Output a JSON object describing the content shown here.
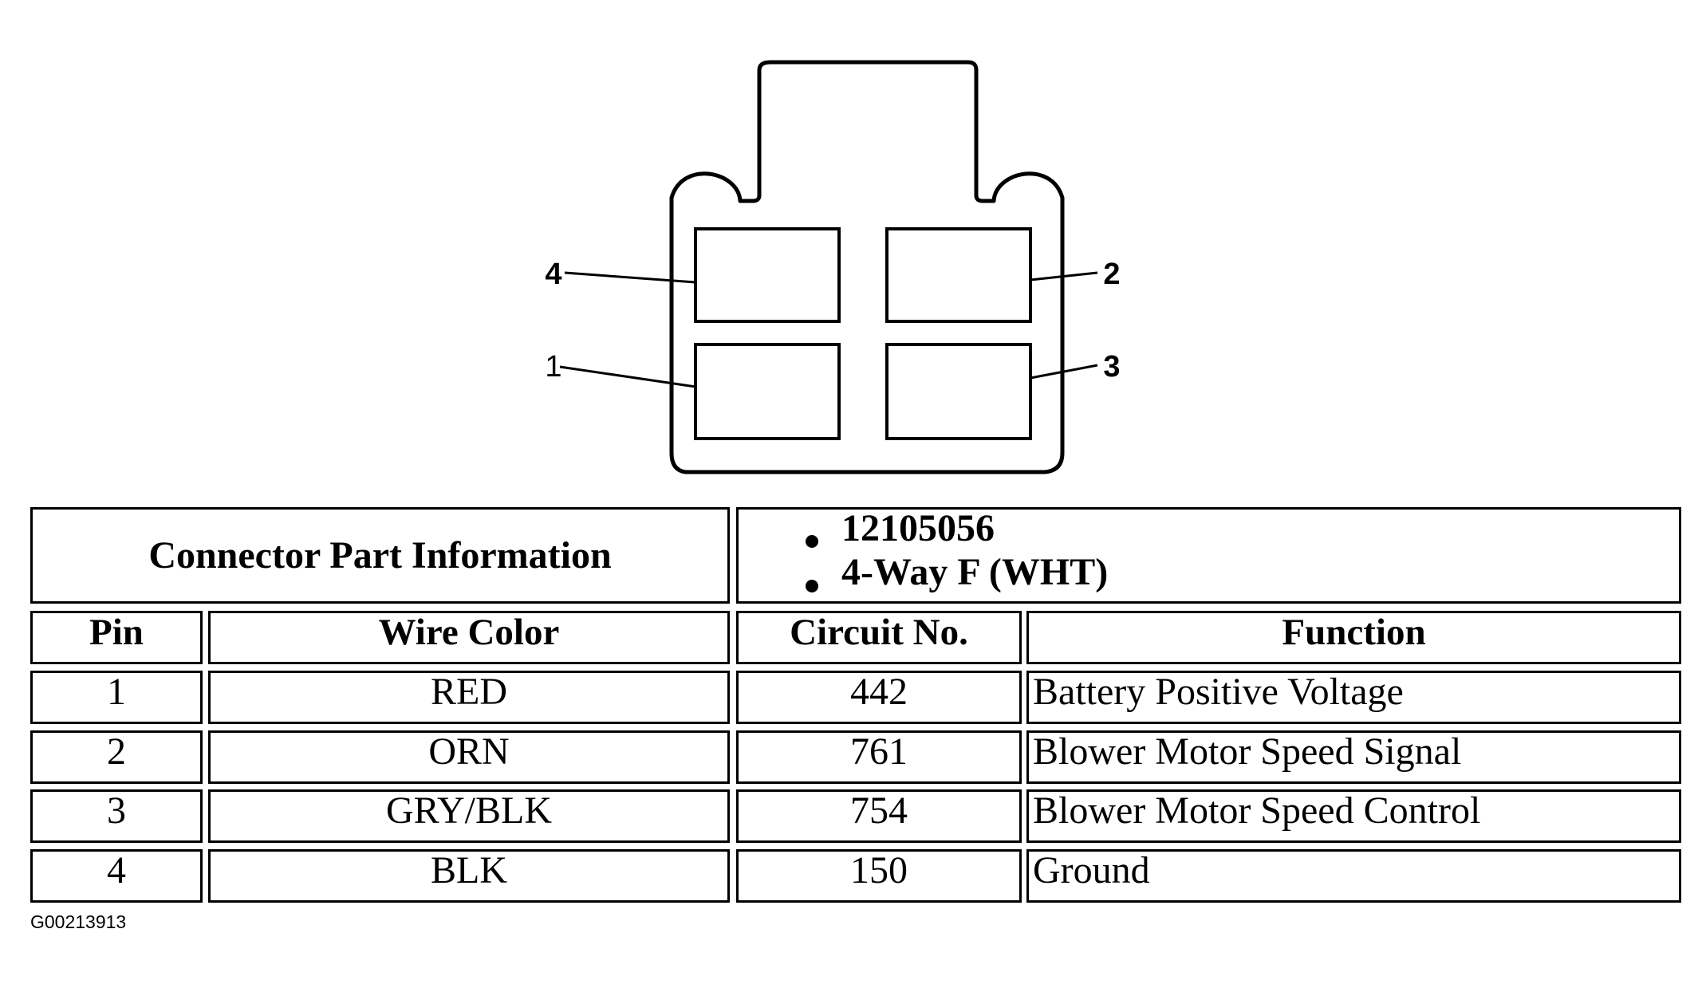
{
  "figure_id": "G00213913",
  "connector": {
    "pin_labels": [
      "4",
      "2",
      "1",
      "3"
    ]
  },
  "part_info": {
    "title": "Connector Part Information",
    "items": [
      "12105056",
      "4-Way F (WHT)"
    ]
  },
  "table": {
    "headers": [
      "Pin",
      "Wire Color",
      "Circuit No.",
      "Function"
    ],
    "rows": [
      [
        "1",
        "RED",
        "442",
        "Battery Positive Voltage"
      ],
      [
        "2",
        "ORN",
        "761",
        "Blower Motor Speed Signal"
      ],
      [
        "3",
        "GRY/BLK",
        "754",
        "Blower Motor Speed Control"
      ],
      [
        "4",
        "BLK",
        "150",
        "Ground"
      ]
    ]
  }
}
